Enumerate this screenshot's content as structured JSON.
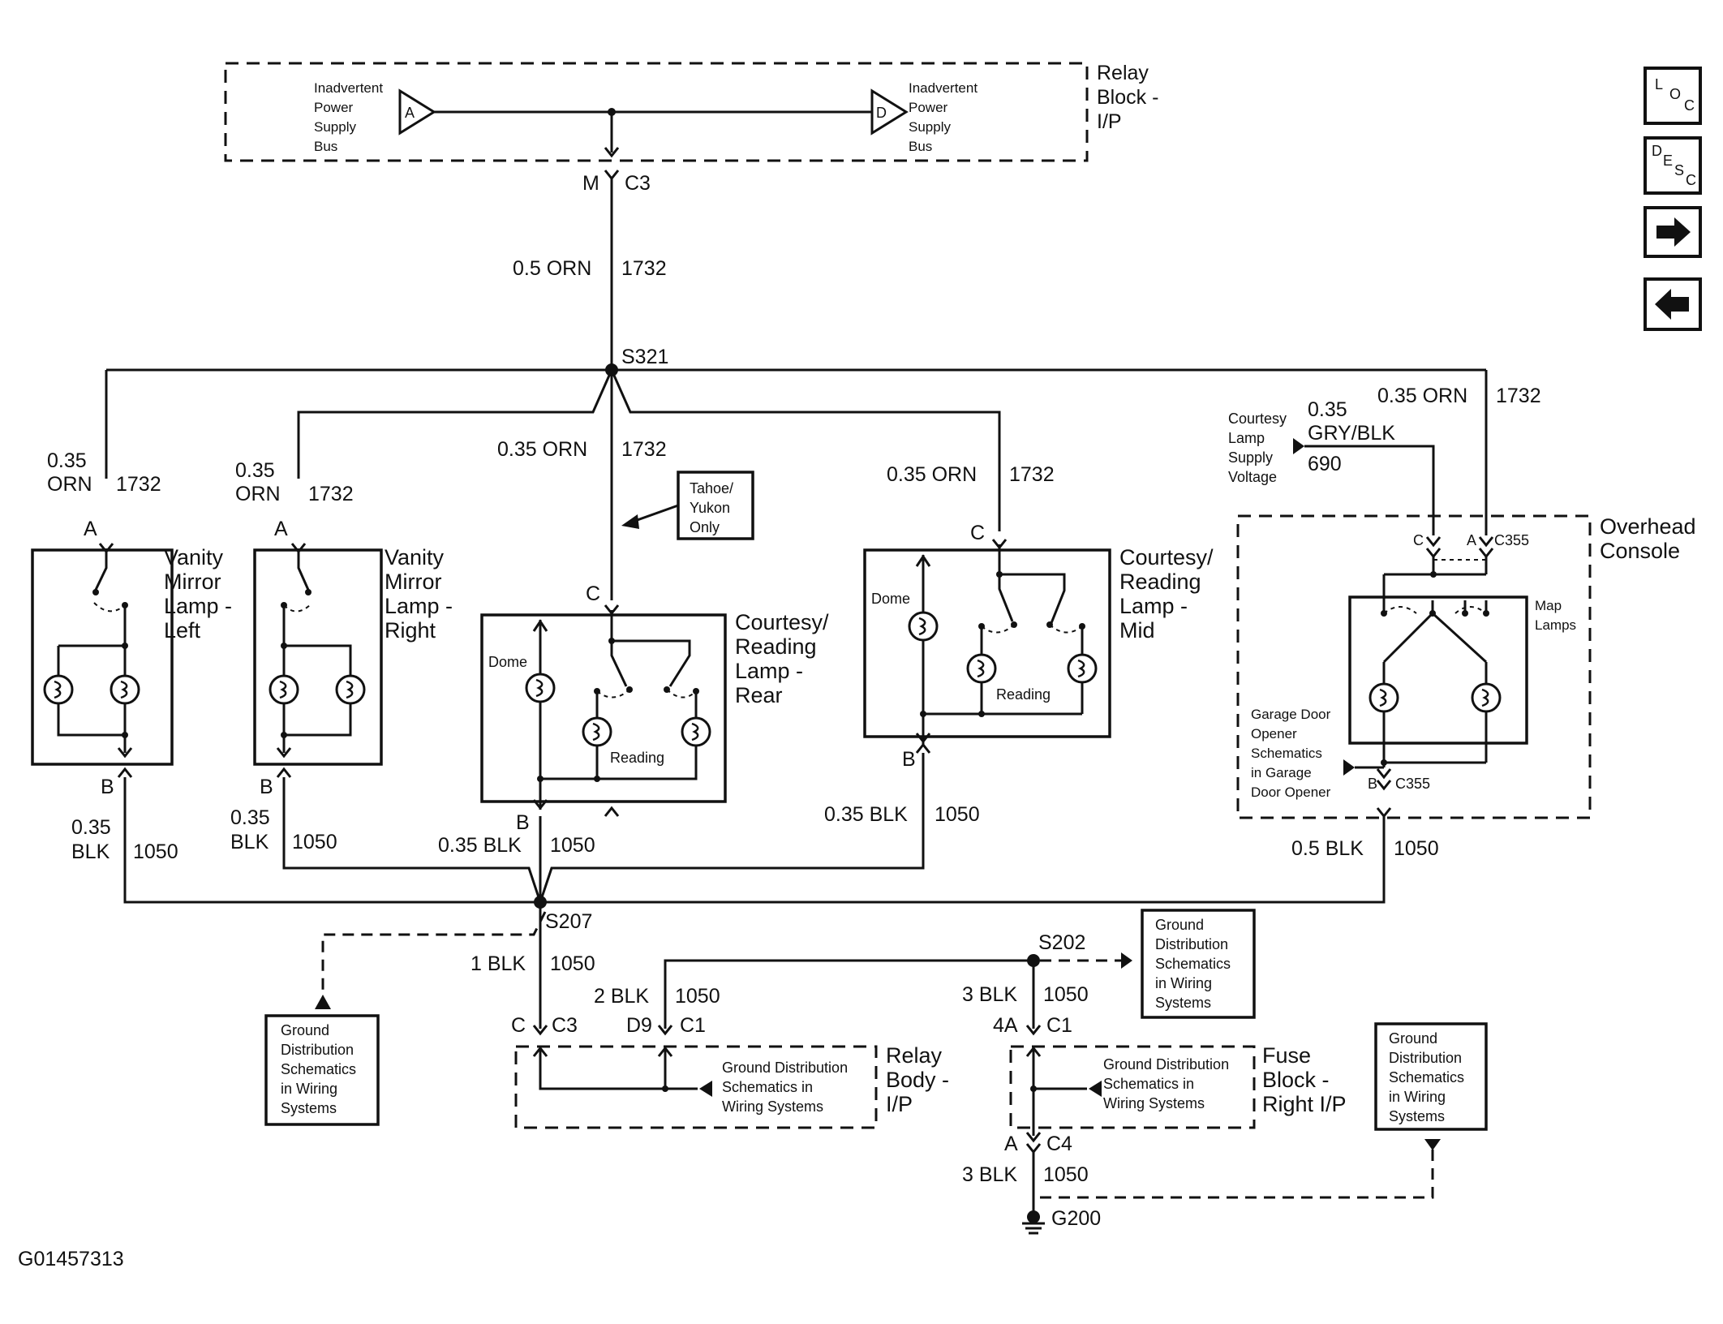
{
  "diagram_id": "G01457313",
  "relay_block": {
    "title_lines": [
      "Relay",
      "Block -",
      "I/P"
    ]
  },
  "bus_left": {
    "letter": "A",
    "label_lines": [
      "Inadvertent",
      "Power",
      "Supply",
      "Bus"
    ]
  },
  "bus_right": {
    "letter": "D",
    "label_lines": [
      "Inadvertent",
      "Power",
      "Supply",
      "Bus"
    ]
  },
  "connector_top": {
    "pin": "M",
    "name": "C3"
  },
  "wire_main": {
    "gauge": "0.5 ORN",
    "circuit": "1732"
  },
  "splice_top": "S321",
  "wire_left": {
    "gauge_lines": [
      "0.35",
      "ORN"
    ],
    "circuit": "1732"
  },
  "wire_left2": {
    "gauge_lines": [
      "0.35",
      "ORN"
    ],
    "circuit": "1732"
  },
  "wire_rear": {
    "gauge": "0.35 ORN",
    "circuit": "1732"
  },
  "wire_mid": {
    "gauge": "0.35 ORN",
    "circuit": "1732"
  },
  "wire_console": {
    "gauge": "0.35 ORN",
    "circuit": "1732"
  },
  "wire_gry": {
    "gauge_lines": [
      "0.35",
      "GRY/BLK"
    ],
    "circuit": "690"
  },
  "courtesy_supply_lines": [
    "Courtesy",
    "Lamp",
    "Supply",
    "Voltage"
  ],
  "note_tahoe_lines": [
    "Tahoe/",
    "Yukon",
    "Only"
  ],
  "vanity_left": {
    "title_lines": [
      "Vanity",
      "Mirror",
      "Lamp -",
      "Left"
    ],
    "pin_top": "A",
    "pin_bottom": "B"
  },
  "vanity_right": {
    "title_lines": [
      "Vanity",
      "Mirror",
      "Lamp -",
      "Right"
    ],
    "pin_top": "A",
    "pin_bottom": "B"
  },
  "courtesy_rear": {
    "title_lines": [
      "Courtesy/",
      "Reading",
      "Lamp -",
      "Rear"
    ],
    "pin_top": "C",
    "pin_bottom": "B",
    "dome": "Dome",
    "reading": "Reading"
  },
  "courtesy_mid": {
    "title_lines": [
      "Courtesy/",
      "Reading",
      "Lamp -",
      "Mid"
    ],
    "pin_top": "C",
    "pin_bottom": "B",
    "dome": "Dome",
    "reading": "Reading"
  },
  "overhead": {
    "title_lines": [
      "Overhead",
      "Console"
    ],
    "pin_c": "C",
    "pin_a": "A",
    "conn_top": "C355",
    "pin_b": "B",
    "conn_bottom": "C355",
    "map_lines": [
      "Map",
      "Lamps"
    ],
    "garage_lines": [
      "Garage Door",
      "Opener",
      "Schematics",
      "in Garage",
      "Door Opener"
    ]
  },
  "gnd_vl": {
    "gauge_lines": [
      "0.35",
      "BLK"
    ],
    "circuit": "1050"
  },
  "gnd_vr": {
    "gauge_lines": [
      "0.35",
      "BLK"
    ],
    "circuit": "1050"
  },
  "gnd_rear": {
    "gauge": "0.35 BLK",
    "circuit": "1050"
  },
  "gnd_mid": {
    "gauge": "0.35 BLK",
    "circuit": "1050"
  },
  "gnd_console": {
    "gauge": "0.5 BLK",
    "circuit": "1050"
  },
  "splice_s207": "S207",
  "splice_s202": "S202",
  "wire_s207_down": {
    "gauge": "1 BLK",
    "circuit": "1050"
  },
  "wire_2blk": {
    "gauge": "2 BLK",
    "circuit": "1050"
  },
  "wire_3blk_a": {
    "gauge": "3 BLK",
    "circuit": "1050"
  },
  "wire_3blk_b": {
    "gauge": "3 BLK",
    "circuit": "1050"
  },
  "conn_c3": {
    "pin": "C",
    "name": "C3"
  },
  "conn_c1a": {
    "pin": "D9",
    "name": "C1"
  },
  "conn_c1b": {
    "pin": "4A",
    "name": "C1"
  },
  "conn_c4": {
    "pin": "A",
    "name": "C4"
  },
  "ground": "G200",
  "relay_body": {
    "title_lines": [
      "Relay",
      "Body -",
      "I/P"
    ],
    "note_lines": [
      "Ground Distribution",
      "Schematics in",
      "Wiring Systems"
    ]
  },
  "fuse_block": {
    "title_lines": [
      "Fuse",
      "Block -",
      "Right I/P"
    ],
    "note_lines": [
      "Ground Distribution",
      "Schematics in",
      "Wiring Systems"
    ]
  },
  "gd_box_1": [
    "Ground",
    "Distribution",
    "Schematics",
    "in Wiring",
    "Systems"
  ],
  "gd_box_2": [
    "Ground",
    "Distribution",
    "Schematics",
    "in Wiring",
    "Systems"
  ],
  "gd_box_3": [
    "Ground",
    "Distribution",
    "Schematics",
    "in Wiring",
    "Systems"
  ],
  "nav": {
    "loc": [
      "L",
      "O",
      "C"
    ],
    "desc": [
      "D",
      "E",
      "S",
      "C"
    ],
    "next_icon": "arrow-right-icon",
    "prev_icon": "arrow-left-icon"
  }
}
